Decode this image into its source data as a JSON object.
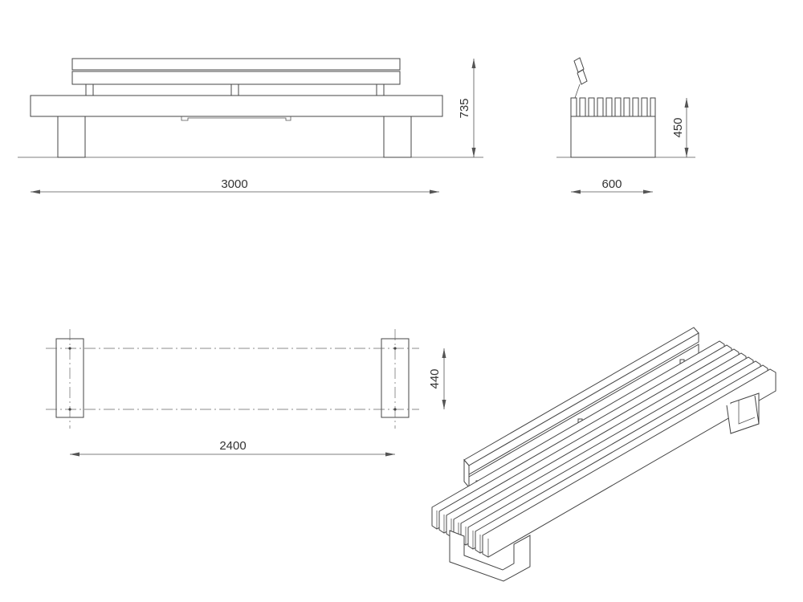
{
  "drawing": {
    "dimensions": {
      "front_length": "3000",
      "front_height": "735",
      "side_depth": "600",
      "side_seat_height": "450",
      "plan_width": "440",
      "plan_length": "2400"
    }
  }
}
